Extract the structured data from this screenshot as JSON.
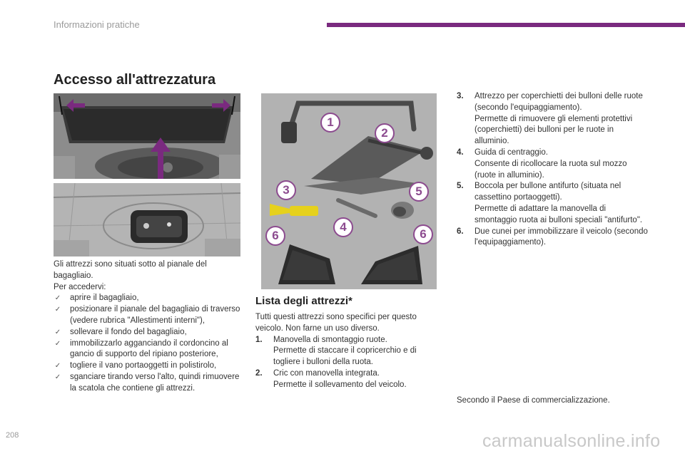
{
  "header": {
    "section": "Informazioni pratiche"
  },
  "title": "Accesso all'attrezzatura",
  "access": {
    "intro_1": "Gli attrezzi sono situati sotto al pianale del bagagliaio.",
    "intro_2": "Per accedervi:",
    "steps": [
      "aprire il bagagliaio,",
      "posizionare il pianale del bagagliaio di traverso (vedere rubrica \"Allestimenti interni\"),",
      "sollevare il fondo del bagagliaio,",
      "immobilizzarlo agganciando il cordoncino al gancio di supporto del ripiano posteriore,",
      "togliere il vano portaoggetti in polistirolo,",
      "sganciare tirando verso l'alto, quindi rimuovere la scatola che contiene gli attrezzi."
    ]
  },
  "tools": {
    "title": "Lista degli attrezzi*",
    "intro": "Tutti questi attrezzi sono specifici per questo veicolo. Non farne un uso diverso.",
    "items_left": [
      {
        "num": "1.",
        "text": "Manovella di smontaggio ruote.",
        "detail": "Permette di staccare il copricerchio e di togliere i bulloni della ruota."
      },
      {
        "num": "2.",
        "text": "Cric con manovella integrata.",
        "detail": "Permette il sollevamento del veicolo."
      }
    ],
    "items_right": [
      {
        "num": "3.",
        "text": "Attrezzo per coperchietti dei bulloni delle ruote (secondo l'equipaggiamento).",
        "detail": "Permette di rimuovere gli elementi protettivi (coperchietti) dei bulloni per le ruote in alluminio."
      },
      {
        "num": "4.",
        "text": "Guida di centraggio.",
        "detail": "Consente di ricollocare la ruota sul mozzo (ruote in alluminio)."
      },
      {
        "num": "5.",
        "text": "Boccola per bullone antifurto (situata nel cassettino portaoggetti).",
        "detail": "Permette di adattare la manovella di smontaggio ruota ai bulloni speciali \"antifurto\"."
      },
      {
        "num": "6.",
        "text": "Due cunei per immobilizzare il veicolo (secondo l'equipaggiamento).",
        "detail": ""
      }
    ],
    "footnote": "Secondo il Paese di commercializzazione."
  },
  "badges": [
    "1",
    "2",
    "3",
    "4",
    "5",
    "6",
    "6"
  ],
  "page": {
    "number": "208"
  },
  "watermark": "carmanualsonline.info",
  "colors": {
    "accent": "#7a2a7f",
    "badge": "#8c4b8f",
    "tool_yellow": "#e6d11c"
  }
}
